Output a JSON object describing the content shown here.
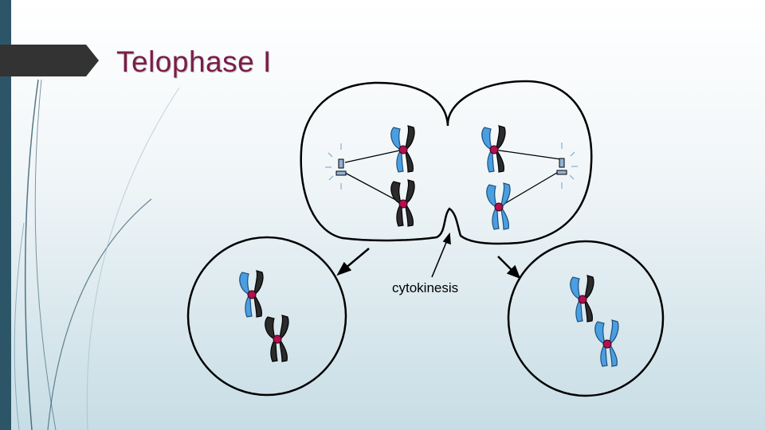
{
  "slide": {
    "title": "Telophase I"
  },
  "diagram": {
    "label": "cytokinesis",
    "colors": {
      "chromatid_blue": "#4a9ee2",
      "chromatid_dark": "#2b2b2b",
      "centromere": "#b0124f",
      "centriole": "#8fb3d6",
      "membrane": "#000000",
      "accent_bar": "#2d5568",
      "title_color": "#7a1c4a"
    },
    "icons": [
      "chromosome-icon",
      "centriole-icon",
      "spindle-fiber",
      "cell-membrane",
      "arrow"
    ]
  }
}
